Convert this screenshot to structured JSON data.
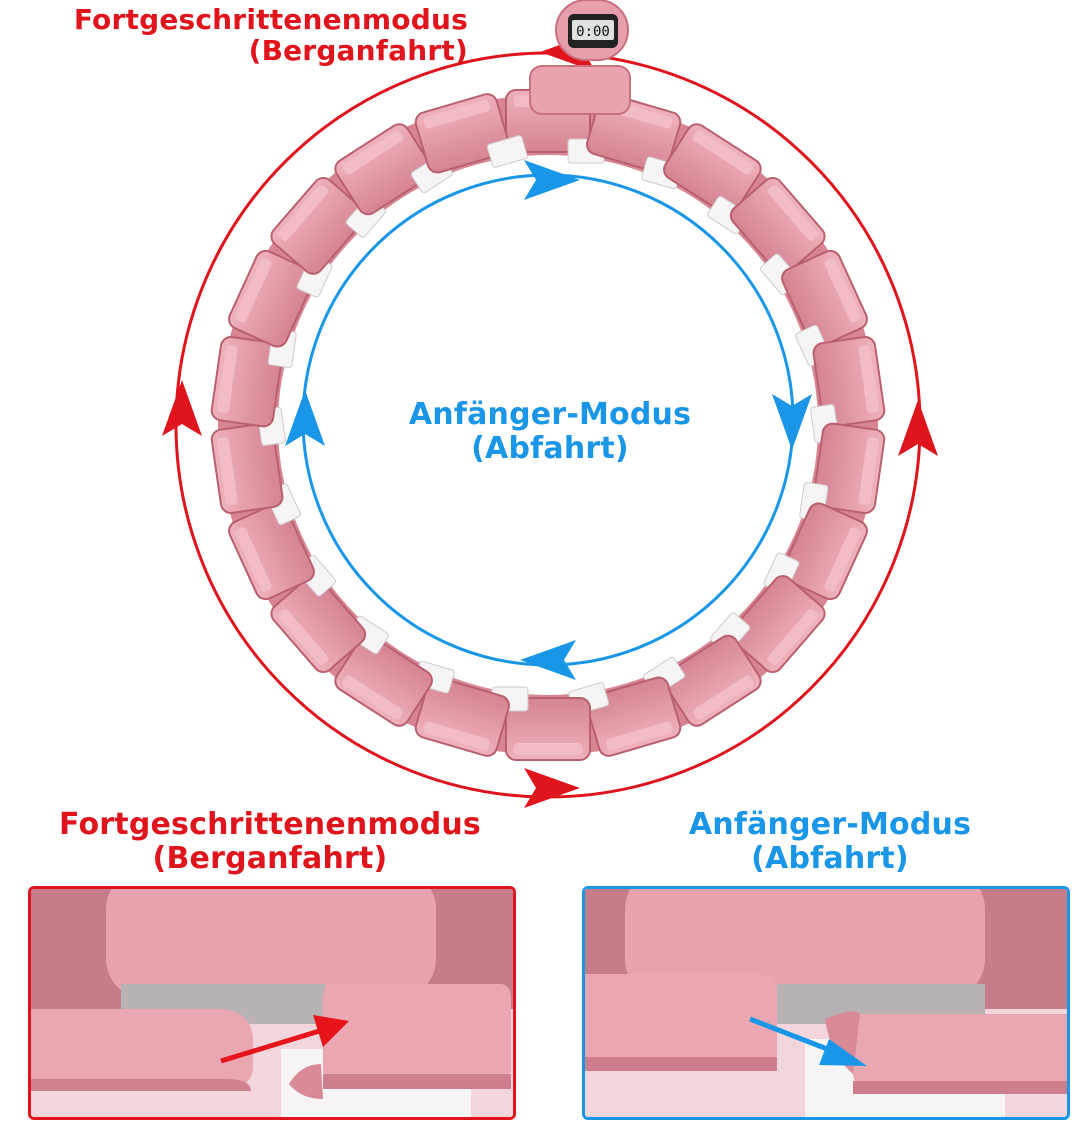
{
  "labels": {
    "advanced_mode": "Fortgeschrittenenmodus",
    "advanced_mode_sub": "(Berganfahrt)",
    "beginner_mode": "Anfänger-Modus",
    "beginner_mode_sub": "(Abfahrt)"
  },
  "display": {
    "time": "0:00"
  },
  "colors": {
    "advanced": "#e0141c",
    "beginner": "#1a96e8",
    "hoop_pink": "#e59aa6",
    "hoop_dark": "#c9707f"
  },
  "icons": [
    "counter-display-icon",
    "hoop-ring-icon",
    "arrow-icon"
  ]
}
